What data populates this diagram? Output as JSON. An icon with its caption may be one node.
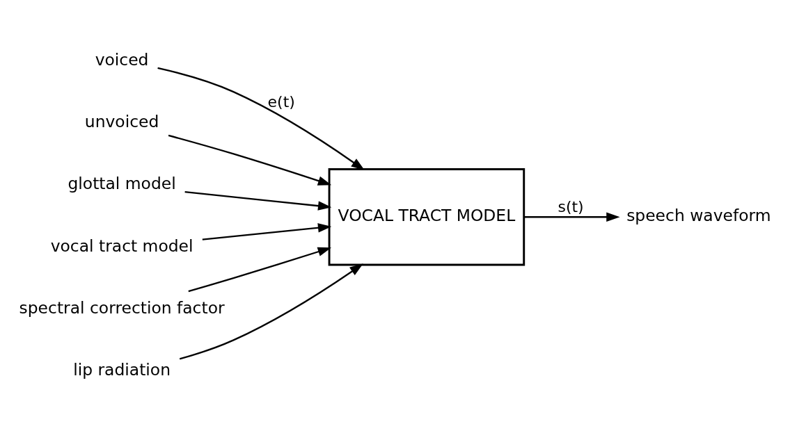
{
  "diagram": {
    "nodes": [
      {
        "text": [
          "voiced"
        ]
      },
      {
        "text": [
          "unvoiced"
        ]
      },
      {
        "text": [
          "VOCAL TRACT MODEL"
        ]
      },
      {
        "text": [
          "speech waveform"
        ]
      },
      {
        "text": [
          "glottal model"
        ]
      },
      {
        "text": [
          "vocal tract model"
        ]
      },
      {
        "text": [
          "spectral correction factor"
        ]
      },
      {
        "text": [
          "lip radiation"
        ]
      }
    ],
    "edges": [
      {
        "from": 0,
        "to": 2,
        "arrow": "to",
        "label": "e(t)"
      },
      {
        "from": 1,
        "to": 2,
        "arrow": "to"
      },
      {
        "from": 2,
        "to": 3,
        "arrow": "to",
        "label": "s(t)"
      },
      {
        "from": 4,
        "to": 2,
        "arrow": "to"
      },
      {
        "from": 5,
        "to": 2,
        "arrow": "to"
      },
      {
        "from": 6,
        "to": 2,
        "arrow": "to"
      },
      {
        "from": 7,
        "to": 2,
        "arrow": "to"
      }
    ]
  }
}
